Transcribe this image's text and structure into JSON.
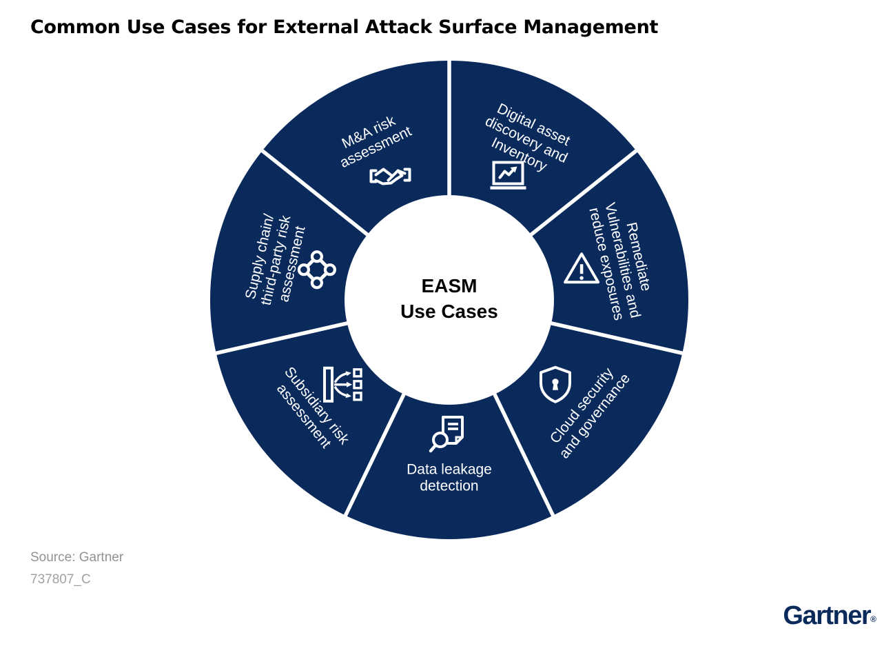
{
  "title": "Common Use Cases for External Attack Surface Management",
  "center_label": {
    "line1": "EASM",
    "line2": "Use Cases"
  },
  "wheel": {
    "segments": [
      {
        "id": "digital-asset-discovery",
        "lines": [
          "Digital asset",
          "discovery and",
          "Inventory"
        ],
        "icon": "laptop-chart-icon"
      },
      {
        "id": "remediate-vulnerabilities",
        "lines": [
          "Remediate",
          "Vulnerabilities and",
          "reduce exposures"
        ],
        "icon": "warning-triangle-icon"
      },
      {
        "id": "cloud-security-governance",
        "lines": [
          "Cloud security",
          "and governance"
        ],
        "icon": "shield-lock-icon"
      },
      {
        "id": "data-leakage-detection",
        "lines": [
          "Data leakage",
          "detection"
        ],
        "icon": "document-search-icon"
      },
      {
        "id": "subsidiary-risk-assessment",
        "lines": [
          "Subsidiary risk",
          "assessment"
        ],
        "icon": "hierarchy-arrows-icon"
      },
      {
        "id": "supply-chain-third-party-risk",
        "lines": [
          "Supply chain/",
          "third-party risk",
          "assessment"
        ],
        "icon": "network-nodes-icon"
      },
      {
        "id": "ma-risk-assessment",
        "lines": [
          "M&A risk",
          "assessment"
        ],
        "icon": "handshake-icon"
      }
    ]
  },
  "source": {
    "line1": "Source: Gartner",
    "line2": "737807_C"
  },
  "logo": {
    "text": "Gartner",
    "registered": "®"
  },
  "colors": {
    "navy": "#0A2A5C",
    "label_text": "#FFFFFF",
    "title_text": "#000000",
    "source_gray": "#8F9296",
    "docid_gray": "#9EA1A4"
  }
}
